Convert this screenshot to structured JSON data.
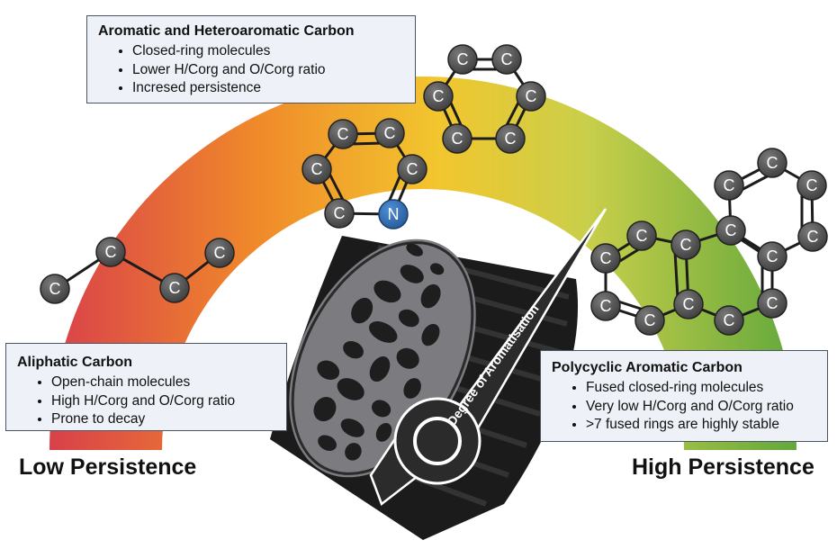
{
  "atoms": {
    "carbon": "C",
    "nitrogen": "N"
  },
  "gauge": {
    "text": "Degree of Aromatisation"
  },
  "labels": {
    "low": "Low Persistence",
    "high": "High Persistence"
  },
  "boxes": {
    "aromatic": {
      "title": "Aromatic and Heteroaromatic Carbon",
      "items": [
        "Closed-ring molecules",
        "Lower  H/Corg and O/Corg ratio",
        "Incresed persistence"
      ]
    },
    "aliphatic": {
      "title": "Aliphatic Carbon",
      "items": [
        "Open-chain molecules",
        "High H/Corg and O/Corg ratio",
        "Prone to decay"
      ]
    },
    "polycyclic": {
      "title": "Polycyclic Aromatic Carbon",
      "items": [
        "Fused closed-ring molecules",
        "Very low H/Corg and O/Corg ratio",
        ">7 fused rings are highly stable"
      ]
    }
  },
  "colors": {
    "arc_low": "#d9404a",
    "arc_mid_low": "#f08a2a",
    "arc_mid": "#f2c62e",
    "arc_mid_high": "#c9cf4a",
    "arc_high": "#63a83c",
    "atom_carbon": "#4a4a4a",
    "atom_nitrogen": "#2f6fb8",
    "box_fill": "#eef2f8"
  }
}
